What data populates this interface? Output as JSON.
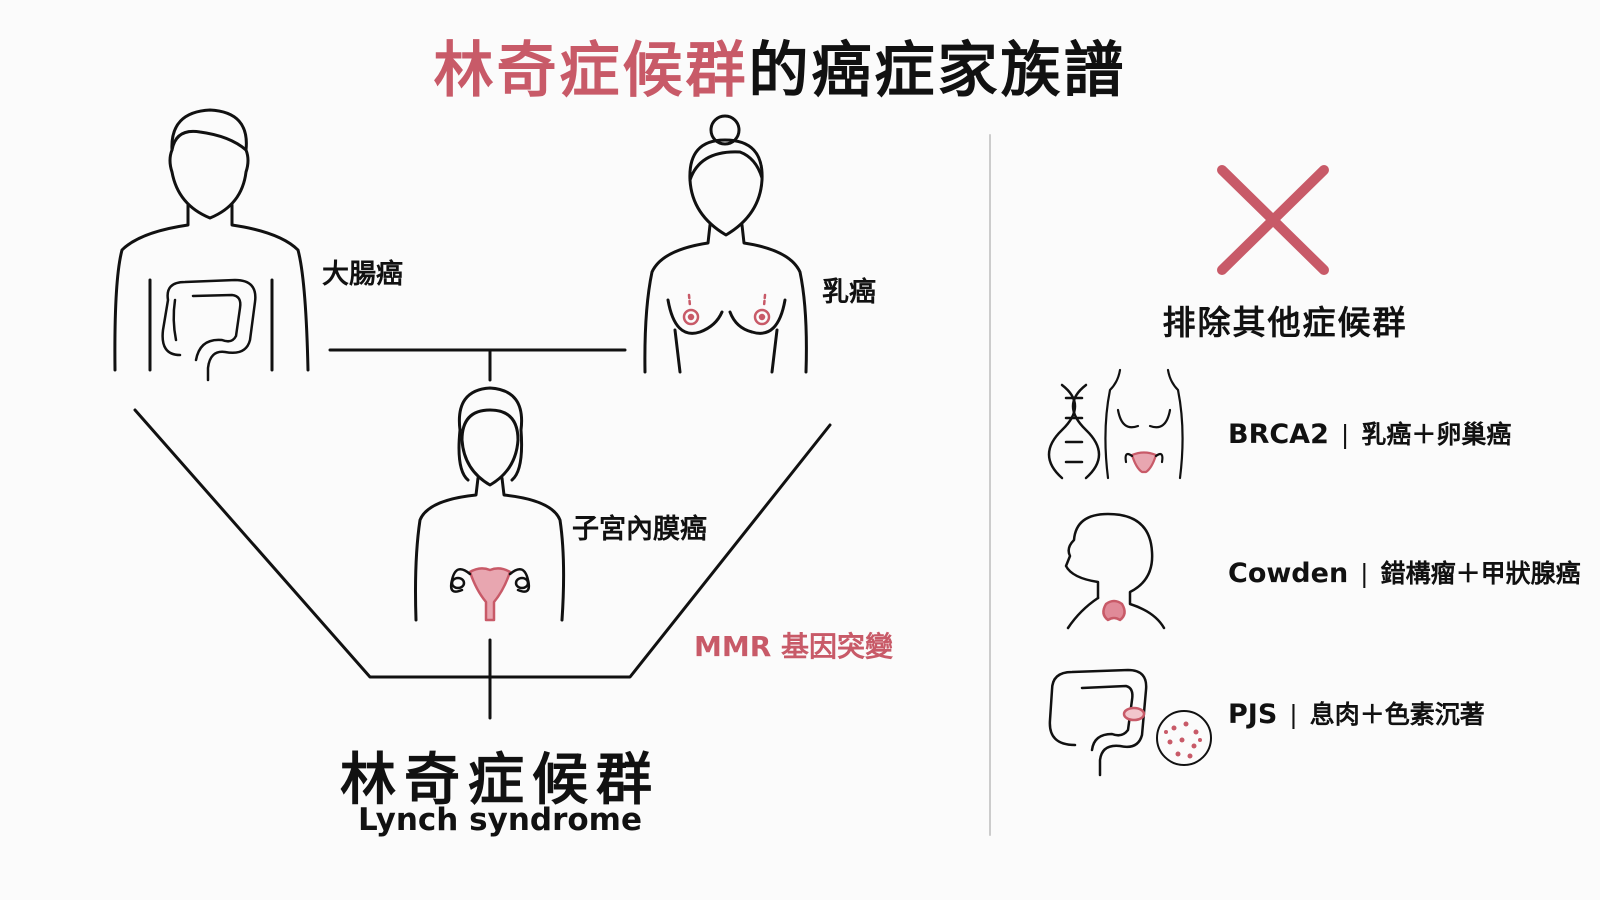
{
  "title": {
    "accent": "林奇症候群",
    "rest": "的癌症家族譜"
  },
  "family": {
    "father_label": "大腸癌",
    "mother_label": "乳癌",
    "daughter_label": "子宮內膜癌",
    "mutation_label": "MMR 基因突變",
    "syndrome_name": "林奇症候群",
    "syndrome_english": "Lynch syndrome"
  },
  "exclusion": {
    "heading": "排除其他症候群",
    "icon": "x-mark-icon",
    "rows": [
      {
        "gene": "BRCA2",
        "desc": "乳癌＋卵巢癌",
        "icons": [
          "dna-icon",
          "female-torso-icon"
        ]
      },
      {
        "gene": "Cowden",
        "desc": "錯構瘤＋甲狀腺癌",
        "icons": [
          "head-thyroid-icon"
        ]
      },
      {
        "gene": "PJS",
        "desc": "息肉＋色素沉著",
        "icons": [
          "colon-polyp-icon",
          "pigment-spots-icon"
        ]
      }
    ]
  },
  "colors": {
    "accent": "#c85a68",
    "text": "#111111",
    "line": "#111111",
    "divider": "#cccccc",
    "background": "#fbfbfb"
  }
}
